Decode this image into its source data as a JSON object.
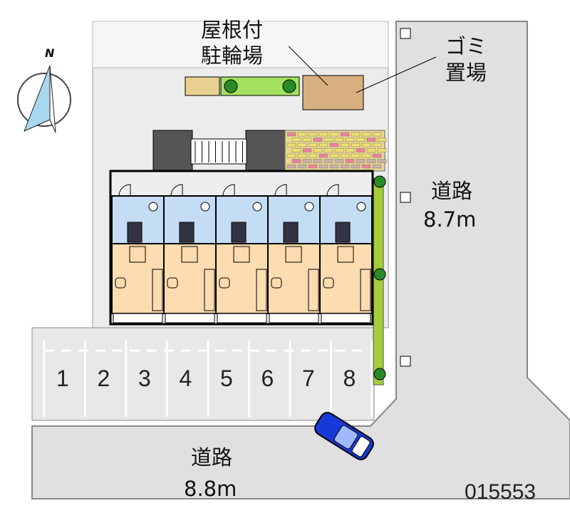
{
  "labels": {
    "bike_shelter": [
      "屋根付",
      "駐輪場"
    ],
    "garbage": [
      "ゴミ",
      "置場"
    ],
    "road_east": {
      "name": "道路",
      "width": "8.7m"
    },
    "road_south": {
      "name": "道路",
      "width": "8.8m"
    },
    "property_id": "015553",
    "north": "N"
  },
  "parking_spaces": [
    "1",
    "2",
    "3",
    "4",
    "5",
    "6",
    "7",
    "8"
  ],
  "units": 5,
  "colors": {
    "road": "#e0e0e0",
    "lot": "#ececec",
    "wet_area": "#c4dcf4",
    "room": "#fcdcb0",
    "shrub": "#a4cc3c",
    "car": "#1838d8",
    "garbage": "#d8b080",
    "brick": "#e8d890"
  }
}
